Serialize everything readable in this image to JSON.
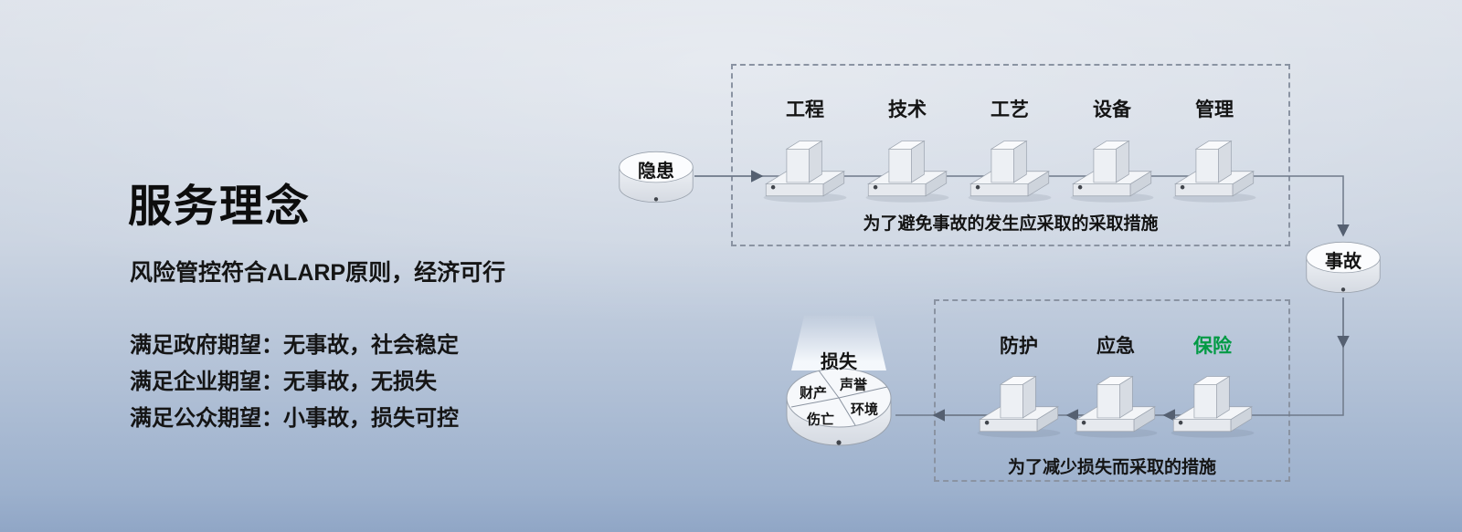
{
  "left_panel": {
    "title": "服务理念",
    "subtitle": "风险管控符合ALARP原则，经济可行",
    "expectations": [
      "满足政府期望：无事故，社会稳定",
      "满足企业期望：无事故，无损失",
      "满足公众期望：小事故，损失可控"
    ]
  },
  "diagram": {
    "hazard_label": "隐患",
    "accident_label": "事故",
    "loss_label": "损失",
    "prevention_barriers": [
      "工程",
      "技术",
      "工艺",
      "设备",
      "管理"
    ],
    "prevention_caption": "为了避免事故的发生应采取的采取措施",
    "mitigation_barriers": [
      "防护",
      "应急",
      "保险"
    ],
    "mitigation_caption": "为了减少损失而采取的措施",
    "loss_segments": [
      "财产",
      "声誉",
      "伤亡",
      "环境"
    ],
    "colors": {
      "insurance_green": "#009a44",
      "connector_gray": "#6e7989",
      "background_top": "#dde2ea",
      "background_bottom": "#90a6c6"
    }
  }
}
